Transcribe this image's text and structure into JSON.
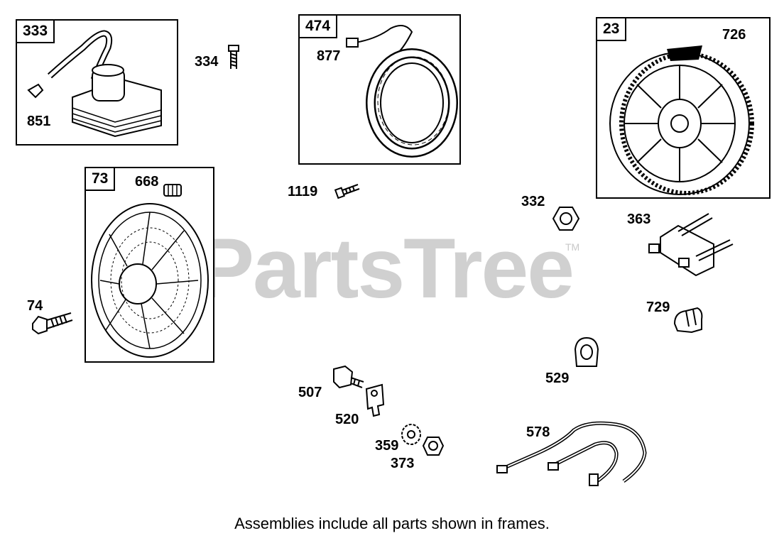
{
  "frames": {
    "f333": "333",
    "f474": "474",
    "f23": "23",
    "f73": "73"
  },
  "labels": {
    "p851": "851",
    "p334": "334",
    "p877": "877",
    "p726": "726",
    "p668": "668",
    "p1119": "1119",
    "p332": "332",
    "p363": "363",
    "p74": "74",
    "p729": "729",
    "p529": "529",
    "p507": "507",
    "p520": "520",
    "p359": "359",
    "p373": "373",
    "p578": "578"
  },
  "watermark": "PartsTree",
  "trademark": "TM",
  "caption": "Assemblies include all parts shown in frames."
}
